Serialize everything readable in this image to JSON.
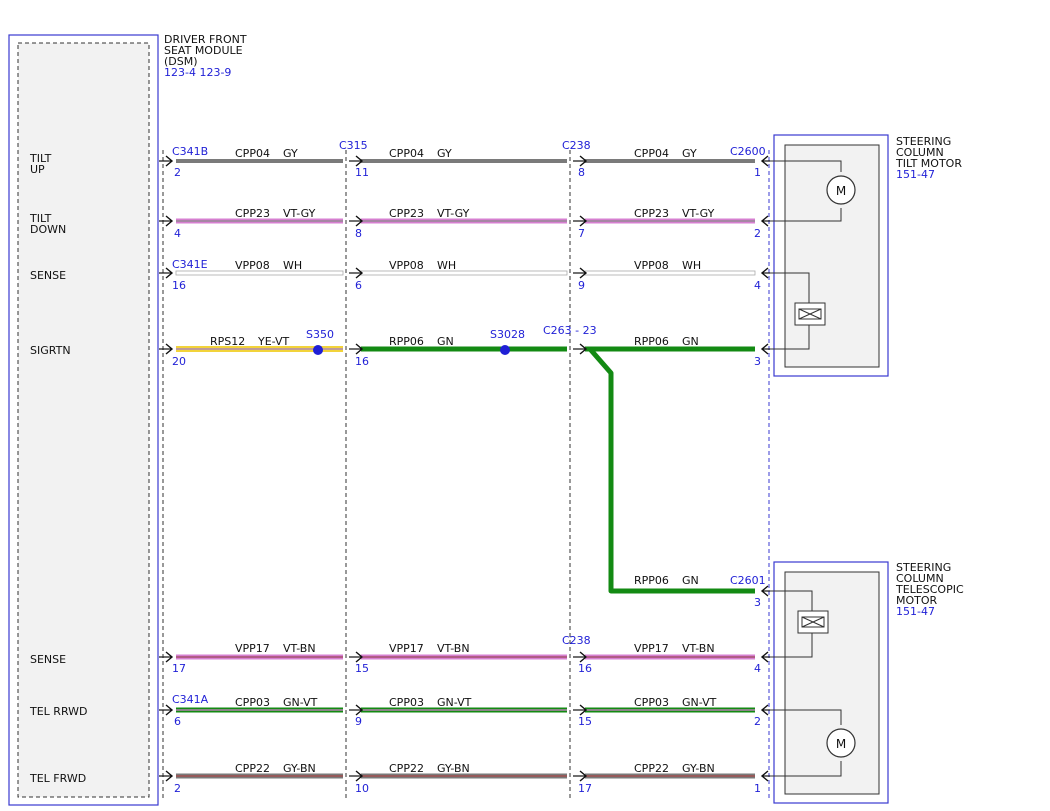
{
  "colors": {
    "border_blue": "#3a3ad0",
    "ref_blue": "#1f1fd6",
    "module_fill": "#f2f2f2",
    "dash": "#333333",
    "wire_gy": "#7a7a7a",
    "wire_vt": "#d67fd0",
    "wire_wh": "#d9d9d9",
    "wire_ye": "#f2d33a",
    "wire_gn": "#138a13"
  },
  "dsm": {
    "title_line1": "DRIVER FRONT",
    "title_line2": "SEAT MODULE",
    "title_line3": "(DSM)",
    "ref": "123-4 123-9"
  },
  "tilt_motor": {
    "line1": "STEERING",
    "line2": "COLUMN",
    "line3": "TILT MOTOR",
    "ref": "151-47",
    "motor_letter": "M"
  },
  "telescopic_motor": {
    "line1": "STEERING",
    "line2": "COLUMN",
    "line3": "TELESCOPIC",
    "line4": "MOTOR",
    "ref": "151-47",
    "motor_letter": "M"
  },
  "signals": {
    "tilt_up_1": "TILT",
    "tilt_up_2": "UP",
    "tilt_down_1": "TILT",
    "tilt_down_2": "DOWN",
    "sense_1": "SENSE",
    "sigrtn": "SIGRTN",
    "sense_2": "SENSE",
    "tel_rrwd": "TEL RRWD",
    "tel_frwd": "TEL FRWD"
  },
  "connectors": {
    "c341b": "C341B",
    "c315": "C315",
    "c238_top": "C238",
    "c2600": "C2600",
    "c341e": "C341E",
    "c263": "C263 - 23",
    "c2601": "C2601",
    "c238_bottom": "C238",
    "c341a": "C341A"
  },
  "splices": {
    "s350": "S350",
    "s3028": "S3028"
  },
  "wires": {
    "w1": {
      "circuit": "CPP04",
      "color": "GY",
      "p1": "2",
      "p2": "11",
      "p3": "8",
      "p4": "1"
    },
    "w2": {
      "circuit": "CPP23",
      "color": "VT-GY",
      "p1": "4",
      "p2": "8",
      "p3": "7",
      "p4": "2"
    },
    "w3": {
      "circuit": "VPP08",
      "color": "WH",
      "p1": "16",
      "p2": "6",
      "p3": "9",
      "p4": "4"
    },
    "w4": {
      "circuit_a": "RPS12",
      "color_a": "YE-VT",
      "circuit_b": "RPP06",
      "color_b": "GN",
      "p1": "20",
      "p2": "16",
      "p4": "3"
    },
    "w5": {
      "circuit": "RPP06",
      "color": "GN",
      "p4": "3"
    },
    "w6": {
      "circuit": "VPP17",
      "color": "VT-BN",
      "p1": "17",
      "p2": "15",
      "p3": "16",
      "p4": "4"
    },
    "w7": {
      "circuit": "CPP03",
      "color": "GN-VT",
      "p1": "6",
      "p2": "9",
      "p3": "15",
      "p4": "2"
    },
    "w8": {
      "circuit": "CPP22",
      "color": "GY-BN",
      "p1": "2",
      "p2": "10",
      "p3": "17",
      "p4": "1"
    }
  }
}
